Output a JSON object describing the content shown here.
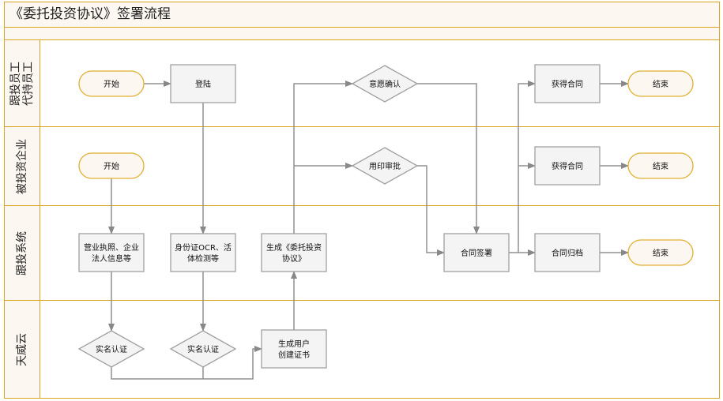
{
  "title": "《委托投资协议》签署流程",
  "lanes": [
    {
      "id": "lane1",
      "label_lines": [
        "跟投员工",
        "代持员工"
      ]
    },
    {
      "id": "lane2",
      "label_lines": [
        "被投资企业"
      ]
    },
    {
      "id": "lane3",
      "label_lines": [
        "跟投系统"
      ]
    },
    {
      "id": "lane4",
      "label_lines": [
        "天威云"
      ]
    }
  ],
  "colors": {
    "lane_border": "#d9a520",
    "header_bg": "#fdf7f1",
    "terminal_fill": "#fdf7f1",
    "terminal_stroke": "#e0b030",
    "process_fill": "#f4f4f4",
    "process_stroke": "#a0a0a0",
    "connector": "#909090"
  },
  "nodes": {
    "start1": {
      "type": "terminal",
      "lines": [
        "开始"
      ]
    },
    "login": {
      "type": "process",
      "lines": [
        "登陆"
      ]
    },
    "intent": {
      "type": "decision",
      "lines": [
        "意愿确认"
      ]
    },
    "get1": {
      "type": "process",
      "lines": [
        "获得合同"
      ]
    },
    "end1": {
      "type": "terminal",
      "lines": [
        "结束"
      ]
    },
    "start2": {
      "type": "terminal",
      "lines": [
        "开始"
      ]
    },
    "seal": {
      "type": "decision",
      "lines": [
        "用印审批"
      ]
    },
    "get2": {
      "type": "process",
      "lines": [
        "获得合同"
      ]
    },
    "end2": {
      "type": "terminal",
      "lines": [
        "结束"
      ]
    },
    "biz": {
      "type": "process",
      "lines": [
        "营业执照、企业",
        "法人信息等"
      ]
    },
    "idocr": {
      "type": "process",
      "lines": [
        "身份证OCR、活",
        "体检测等"
      ]
    },
    "gen": {
      "type": "process",
      "lines": [
        "生成《委托投资",
        "协议》"
      ]
    },
    "sign": {
      "type": "process",
      "lines": [
        "合同签署"
      ]
    },
    "archive": {
      "type": "process",
      "lines": [
        "合同归档"
      ]
    },
    "end3": {
      "type": "terminal",
      "lines": [
        "结束"
      ]
    },
    "auth1": {
      "type": "decision",
      "lines": [
        "实名认证"
      ]
    },
    "auth2": {
      "type": "decision",
      "lines": [
        "实名认证"
      ]
    },
    "cert": {
      "type": "process",
      "lines": [
        "生成用户",
        "创建证书"
      ]
    }
  }
}
